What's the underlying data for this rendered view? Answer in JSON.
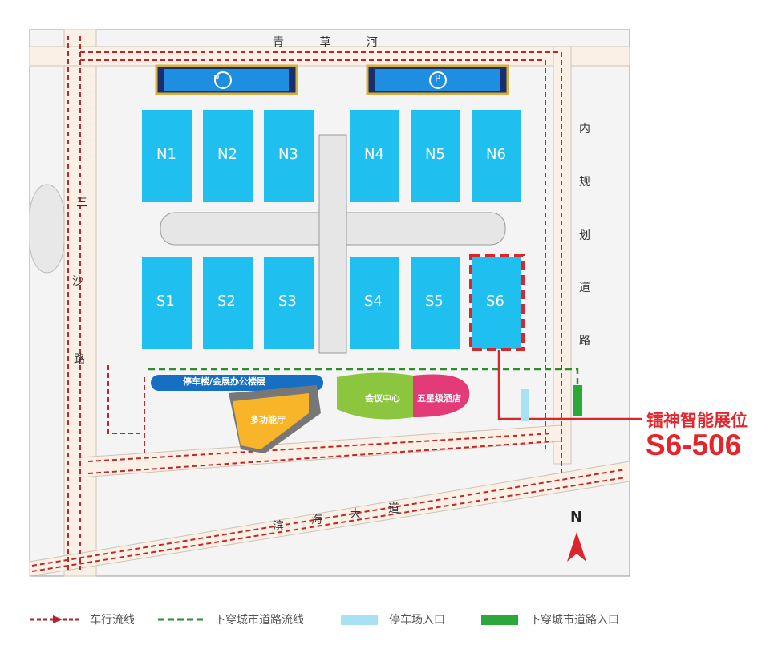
{
  "roads": {
    "north": "青 草 河",
    "east": [
      "内",
      "规",
      "划",
      "道",
      "路"
    ],
    "west": [
      "三",
      "沙",
      "路"
    ],
    "south": [
      "滨",
      "海",
      "大",
      "道"
    ]
  },
  "halls_north": [
    "N1",
    "N2",
    "N3",
    "N4",
    "N5",
    "N6"
  ],
  "halls_south": [
    "S1",
    "S2",
    "S3",
    "S4",
    "S5",
    "S6"
  ],
  "parking_symbol": "P",
  "buildings": {
    "parking_office": "停车楼/会展办公楼层",
    "multi_hall": "多功能厅",
    "conference": "会议中心",
    "hotel": "五星级酒店"
  },
  "booth": {
    "name": "镭神智能展位",
    "code": "S6-506"
  },
  "compass": "N",
  "legend": [
    {
      "label": "车行流线",
      "color": "#b5222a"
    },
    {
      "label": "下穿城市道路流线",
      "color": "#2e8b2e"
    },
    {
      "label": "停车场入口",
      "color": "#a8e0f4"
    },
    {
      "label": "下穿城市道路入口",
      "color": "#2aa83a"
    }
  ],
  "colors": {
    "hall": "#1fbff0",
    "highlight": "#d9262c"
  }
}
